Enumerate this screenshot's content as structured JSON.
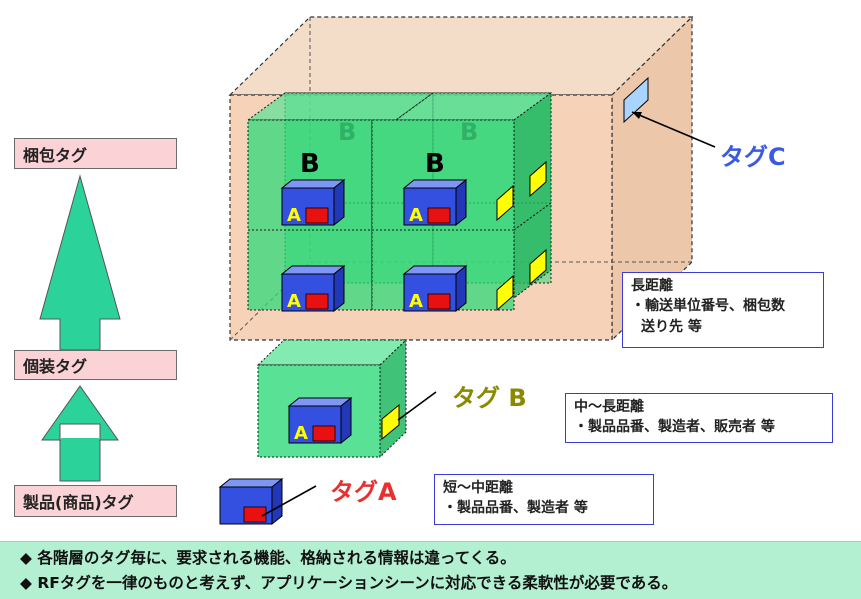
{
  "levels": {
    "packing": "梱包タグ",
    "individual": "個装タグ",
    "product": "製品(商品)タグ"
  },
  "tags": {
    "tag_c": "タグC",
    "tag_b": "タグ B",
    "tag_a": "タグA"
  },
  "box_labels": {
    "b": "B",
    "a": "A"
  },
  "info": {
    "long": {
      "line1": "長距離",
      "line2": "・輸送単位番号、梱包数",
      "line3": "送り先 等"
    },
    "mid": {
      "line1": "中～長距離",
      "line2": "・製品品番、製造者、販売者 等"
    },
    "short": {
      "line1": "短～中距離",
      "line2": "・製品品番、製造者 等"
    }
  },
  "banner": {
    "line1": "◆ 各階層のタグ毎に、要求される機能、格納される情報は違ってくる。",
    "line2": "◆ RFタグを一律のものと考えず、アプリケーションシーンに対応できる柔軟性が必要である。"
  },
  "colors": {
    "carton": "#f6d2b8",
    "green_box": "#2fd97a",
    "blue_box": "#3350e0",
    "red_tag": "#e81010",
    "yellow_tag": "#ffff00",
    "tag_c_blue": "#3a5ae0",
    "tag_b_olive": "#8a8a00",
    "tag_a_red": "#e83030"
  }
}
